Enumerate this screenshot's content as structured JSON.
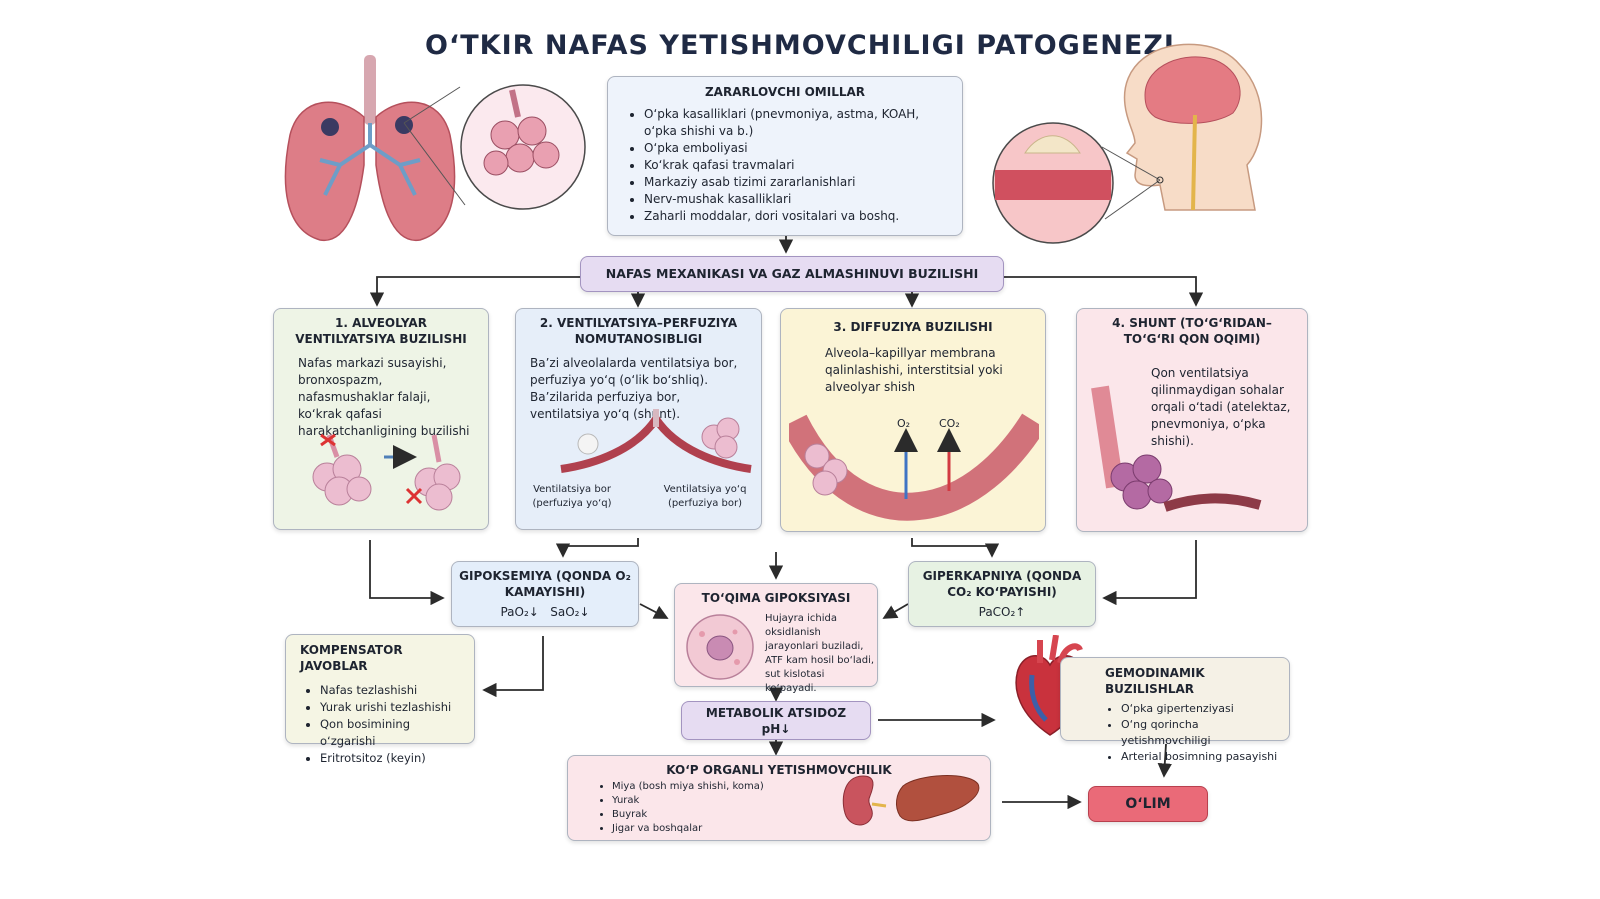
{
  "title": "O‘TKIR NAFAS YETISHMOVCHILIGI PATOGENEZI",
  "colors": {
    "accent": "#e9536a",
    "heading": "#1f2a44",
    "arrow": "#2b2b2b"
  },
  "factors": {
    "heading": "ZARARLOVCHI OMILLAR",
    "items": [
      "O‘pka kasalliklari (pnevmoniya, astma, KOAH, o‘pka shishi va b.)",
      "O‘pka emboliyasi",
      "Ko‘krak qafasi travmalari",
      "Markaziy asab tizimi zararlanishlari",
      "Nerv-mushak kasalliklari",
      "Zaharli moddalar, dori vositalari va boshq."
    ]
  },
  "mechanics": {
    "label": "NAFAS MEXANIKASI VA GAZ ALMASHINUVI BUZILISHI"
  },
  "mechanisms": [
    {
      "heading": "1. ALVEOLYAR VENTILYATSIYA BUZILISHI",
      "text": "Nafas markazi susayishi, bronxospazm, nafasmushaklar falaji, ko‘krak qafasi harakatchanligining buzilishi"
    },
    {
      "heading": "2. VENTILYATSIYA–PERFUZIYA NOMUTANOSIBLIGI",
      "text": "Ba’zi alveolalarda ventilatsiya bor, perfuziya yo‘q (o‘lik bo‘shliq). Ba’zilarida perfuziya bor, ventilatsiya yo‘q (shunt).",
      "label_left": "Ventilatsiya bor (perfuziya yo‘q)",
      "label_right": "Ventilatsiya yo‘q (perfuziya bor)"
    },
    {
      "heading": "3. DIFFUZIYA BUZILISHI",
      "text": "Alveola–kapillyar membrana qalinlashishi, interstitsial yoki alveolyar shish",
      "o2": "O₂",
      "co2": "CO₂"
    },
    {
      "heading": "4. SHUNT (TO‘G‘RIDAN–TO‘G‘RI QON OQIMI)",
      "text": "Qon ventilatsiya qilinmaydigan sohalar orqali o‘tadi (atelektaz, pnevmoniya, o‘pka shishi)."
    }
  ],
  "hypoxemia": {
    "heading": "GIPOKSEMIYA (QONDA O₂ KAMAYISHI)",
    "values": "PaO₂↓   SaO₂↓"
  },
  "hypercapnia": {
    "heading": "GIPERKAPNIYA (QONDA CO₂ KO‘PAYISHI)",
    "values": "PaCO₂↑"
  },
  "tissue": {
    "heading": "TO‘QIMA GIPOKSIYASI",
    "text": "Hujayra ichida oksidlanish jarayonlari buziladi, ATF kam hosil bo‘ladi, sut kislotasi ko‘payadi."
  },
  "compensatory": {
    "heading": "KOMPENSATOR JAVOBLAR",
    "items": [
      "Nafas tezlashishi",
      "Yurak urishi tezlashishi",
      "Qon bosimining o‘zgarishi",
      "Eritrotsitoz (keyin)"
    ]
  },
  "acidosis": {
    "heading": "METABOLIK ATSIDOZ",
    "value": "pH↓"
  },
  "hemodynamic": {
    "heading": "GEMODINAMIK BUZILISHLAR",
    "items": [
      "O‘pka gipertenziyasi",
      "O‘ng qorincha yetishmovchiligi",
      "Arterial bosimning pasayishi"
    ]
  },
  "multiorgan": {
    "heading": "KO‘P ORGANLI YETISHMOVCHILIK",
    "items": [
      "Miya (bosh miya shishi, koma)",
      "Yurak",
      "Buyrak",
      "Jigar va boshqalar"
    ]
  },
  "death": {
    "label": "O‘LIM"
  }
}
